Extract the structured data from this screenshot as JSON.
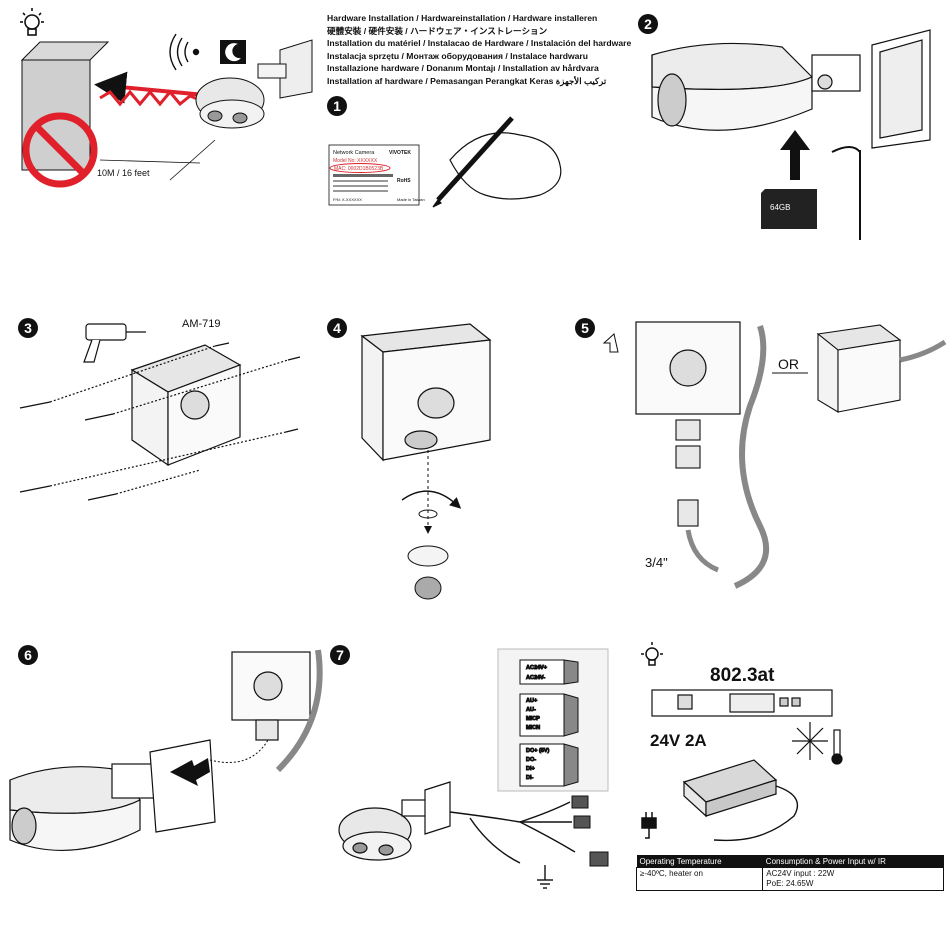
{
  "titles": [
    "Hardware Installation / Hardwareinstallation / Hardware installeren",
    "硬體安裝 /     硬件安装 /      ハードウェア・インストレーション",
    "Installation du matériel / Instalacao de Hardware / Instalación del hardware",
    "Instalacja sprzętu / Монтаж оборудования / Instalace hardwaru",
    "Installazione hardware / Donanım Montajı / Installation av hårdvara",
    "Installation af hardware / Pemasangan Perangkat Keras  تركيب الأجهزة"
  ],
  "steps": [
    "1",
    "2",
    "3",
    "4",
    "5",
    "6",
    "7"
  ],
  "tip": {
    "distance": "10M / 16 feet"
  },
  "label": {
    "line1": "Network Camera",
    "brand": "VIVOTEK",
    "model": "Model No: XXXXXX",
    "mac": "MAC: 0002D1B0523B",
    "rohs": "RoHS",
    "made": "Made in Taiwan",
    "pn": "P/N: X-XXXXXX"
  },
  "sdcard": {
    "capacity": "64GB"
  },
  "step3": {
    "model": "AM-719"
  },
  "step5": {
    "or": "OR",
    "conduit": "3/4\""
  },
  "step7": {
    "block1": [
      "AC24V+",
      "AC24V-"
    ],
    "block2": [
      "AU+",
      "AU-",
      "MICP",
      "MICN"
    ],
    "block3": [
      "DO+ (5V)",
      "DO-",
      "DI+",
      "DI-"
    ]
  },
  "power": {
    "standard": "802.3at",
    "voltage": "24V 2A"
  },
  "spec": {
    "col1_header": "Operating Temperature",
    "col2_header": "Consumption & Power Input w/ IR",
    "temp": "≥-40ºC, heater on",
    "ac": "AC24V input : 22W",
    "poe": "PoE: 24.65W"
  }
}
